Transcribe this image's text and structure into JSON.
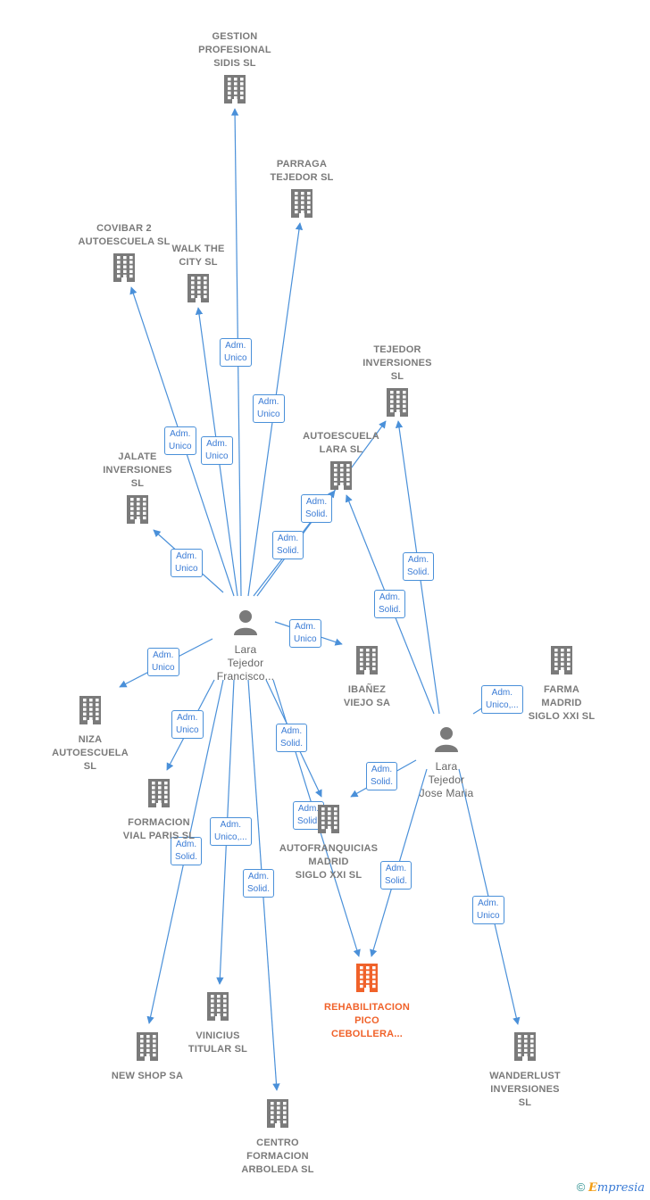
{
  "nodes": [
    {
      "id": "gestion",
      "type": "company",
      "lines": [
        "GESTION",
        "PROFESIONAL",
        "SIDIS  SL"
      ]
    },
    {
      "id": "parraga",
      "type": "company",
      "lines": [
        "PARRAGA",
        "TEJEDOR  SL"
      ]
    },
    {
      "id": "covibar",
      "type": "company",
      "lines": [
        "COVIBAR 2",
        "AUTOESCUELA SL"
      ]
    },
    {
      "id": "walk",
      "type": "company",
      "lines": [
        "WALK THE",
        "CITY  SL"
      ]
    },
    {
      "id": "tejedor_inv",
      "type": "company",
      "lines": [
        "TEJEDOR",
        "INVERSIONES",
        "SL"
      ]
    },
    {
      "id": "autoescuela_lara",
      "type": "company",
      "lines": [
        "AUTOESCUELA",
        "LARA SL"
      ]
    },
    {
      "id": "jalate",
      "type": "company",
      "lines": [
        "JALATE",
        "INVERSIONES",
        "SL"
      ]
    },
    {
      "id": "lara_fco",
      "type": "person",
      "lines": [
        "Lara",
        "Tejedor",
        "Francisco..."
      ]
    },
    {
      "id": "ibanez",
      "type": "company",
      "lines": [
        "IBAÑEZ",
        "VIEJO SA"
      ]
    },
    {
      "id": "farma",
      "type": "company",
      "lines": [
        "FARMA",
        "MADRID",
        "SIGLO XXI  SL"
      ]
    },
    {
      "id": "niza",
      "type": "company",
      "lines": [
        "NIZA",
        "AUTOESCUELA",
        "SL"
      ]
    },
    {
      "id": "lara_jose",
      "type": "person",
      "lines": [
        "Lara",
        "Tejedor",
        "Jose Maria"
      ]
    },
    {
      "id": "formacion_vial",
      "type": "company",
      "lines": [
        "FORMACION",
        "VIAL PARIS  SL"
      ]
    },
    {
      "id": "autofranquicias",
      "type": "company",
      "lines": [
        "AUTOFRANQUICIAS",
        "MADRID",
        "SIGLO XXI  SL"
      ]
    },
    {
      "id": "rehabilitacion",
      "type": "focus",
      "lines": [
        "REHABILITACION",
        "PICO",
        "CEBOLLERA..."
      ]
    },
    {
      "id": "vinicius",
      "type": "company",
      "lines": [
        "VINICIUS",
        "TITULAR  SL"
      ]
    },
    {
      "id": "newshop",
      "type": "company",
      "lines": [
        "NEW SHOP SA"
      ]
    },
    {
      "id": "wanderlust",
      "type": "company",
      "lines": [
        "WANDERLUST",
        "INVERSIONES",
        "SL"
      ]
    },
    {
      "id": "centro",
      "type": "company",
      "lines": [
        "CENTRO",
        "FORMACION",
        "ARBOLEDA  SL"
      ]
    }
  ],
  "edges": [
    {
      "from": "lara_fco",
      "to": "gestion",
      "label": [
        "Adm.",
        "Unico"
      ]
    },
    {
      "from": "lara_fco",
      "to": "parraga",
      "label": [
        "Adm.",
        "Unico"
      ]
    },
    {
      "from": "lara_fco",
      "to": "covibar",
      "label": [
        "Adm.",
        "Unico"
      ]
    },
    {
      "from": "lara_fco",
      "to": "walk",
      "label": [
        "Adm.",
        "Unico"
      ]
    },
    {
      "from": "lara_fco",
      "to": "jalate",
      "label": [
        "Adm.",
        "Unico"
      ]
    },
    {
      "from": "lara_fco",
      "to": "tejedor_inv",
      "label": [
        "Adm.",
        "Solid."
      ]
    },
    {
      "from": "lara_fco",
      "to": "autoescuela_lara",
      "label": [
        "Adm.",
        "Solid."
      ]
    },
    {
      "from": "lara_fco",
      "to": "ibanez",
      "label": [
        "Adm.",
        "Unico"
      ]
    },
    {
      "from": "lara_fco",
      "to": "niza",
      "label": [
        "Adm.",
        "Unico"
      ]
    },
    {
      "from": "lara_fco",
      "to": "formacion_vial",
      "label": [
        "Adm.",
        "Unico"
      ]
    },
    {
      "from": "lara_fco",
      "to": "autofranquicias",
      "label": [
        "Adm.",
        "Solid."
      ]
    },
    {
      "from": "lara_fco",
      "to": "rehabilitacion",
      "label": [
        "Adm.",
        "Solid."
      ]
    },
    {
      "from": "lara_fco",
      "to": "vinicius",
      "label": [
        "Adm.",
        "Unico,..."
      ]
    },
    {
      "from": "lara_fco",
      "to": "newshop",
      "label": [
        "Adm.",
        "Solid."
      ]
    },
    {
      "from": "lara_fco",
      "to": "centro",
      "label": [
        "Adm.",
        "Solid."
      ]
    },
    {
      "from": "lara_jose",
      "to": "tejedor_inv",
      "label": [
        "Adm.",
        "Solid."
      ]
    },
    {
      "from": "lara_jose",
      "to": "autoescuela_lara",
      "label": [
        "Adm.",
        "Solid."
      ]
    },
    {
      "from": "lara_jose",
      "to": "farma",
      "label": [
        "Adm.",
        "Unico,..."
      ]
    },
    {
      "from": "lara_jose",
      "to": "autofranquicias",
      "label": [
        "Adm.",
        "Solid."
      ]
    },
    {
      "from": "lara_jose",
      "to": "rehabilitacion",
      "label": [
        "Adm.",
        "Solid."
      ]
    },
    {
      "from": "lara_jose",
      "to": "wanderlust",
      "label": [
        "Adm.",
        "Unico"
      ]
    }
  ],
  "colors": {
    "company": "#7a7a7a",
    "focus": "#f0622a",
    "edge": "#4a90d9",
    "badge_text": "#3a7bd5"
  },
  "icons": {
    "company": "building-icon",
    "person": "person-icon"
  },
  "footer": {
    "copyright": "©",
    "brand_initial": "E",
    "brand_rest": "mpresia"
  }
}
